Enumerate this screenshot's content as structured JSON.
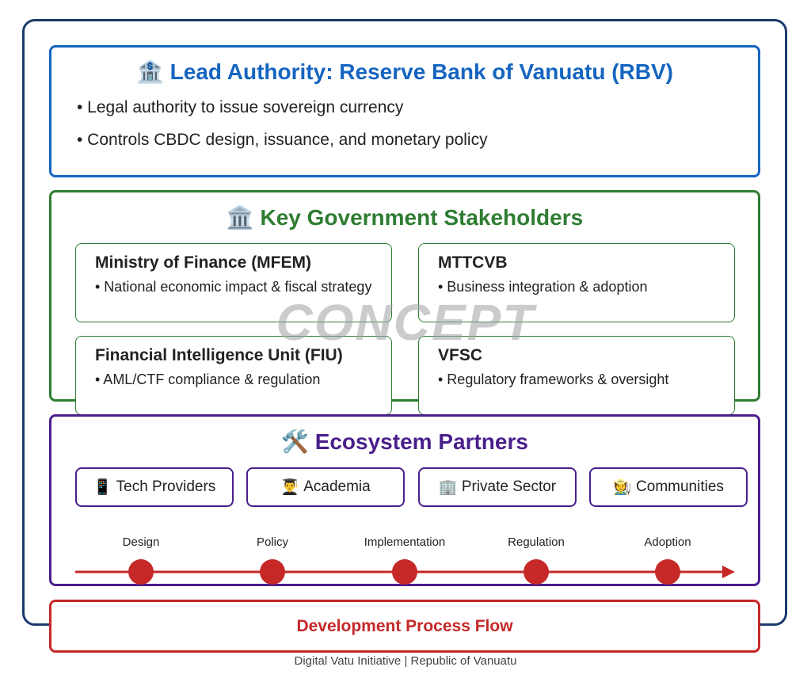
{
  "lead": {
    "icon": "🏦",
    "title": "Lead Authority: Reserve Bank of Vanuatu (RBV)",
    "bullets": [
      "• Legal authority to issue sovereign currency",
      "• Controls CBDC design, issuance, and monetary policy"
    ]
  },
  "gov": {
    "icon": "🏛️",
    "title": "Key Government Stakeholders",
    "cards": [
      {
        "name": "Ministry of Finance (MFEM)",
        "desc": "• National economic impact & fiscal strategy"
      },
      {
        "name": "MTTCVB",
        "desc": "• Business integration & adoption"
      },
      {
        "name": "Financial Intelligence Unit (FIU)",
        "desc": "• AML/CTF compliance & regulation"
      },
      {
        "name": "VFSC",
        "desc": "• Regulatory frameworks & oversight"
      }
    ]
  },
  "eco": {
    "icon": "🛠️",
    "title": "Ecosystem Partners",
    "partners": [
      {
        "icon": "📱",
        "label": "Tech Providers"
      },
      {
        "icon": "👨‍🎓",
        "label": "Academia"
      },
      {
        "icon": "🏢",
        "label": "Private Sector"
      },
      {
        "icon": "🧑‍🌾",
        "label": "Communities"
      }
    ],
    "steps": [
      "Design",
      "Policy",
      "Implementation",
      "Regulation",
      "Adoption"
    ]
  },
  "flow_label": "Development Process Flow",
  "watermark": "CONCEPT",
  "footer": "Digital Vatu Initiative | Republic of Vanuatu"
}
